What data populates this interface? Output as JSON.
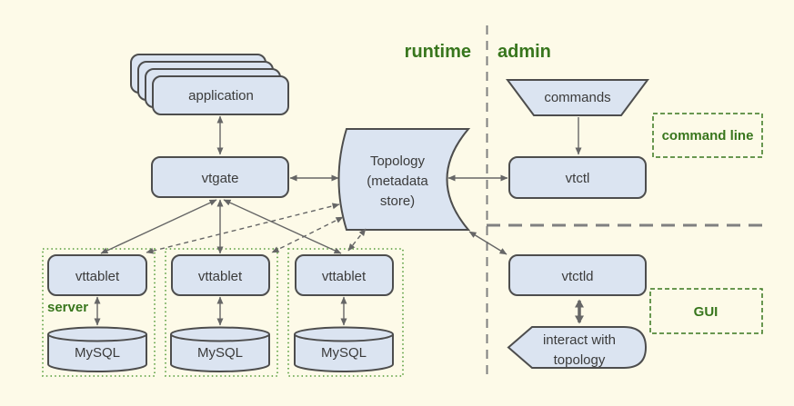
{
  "theme": {
    "background": "#fdfae8",
    "shape_fill": "#dbe4f1",
    "shape_stroke": "#4d4d4d",
    "text_color": "#3b3b3b",
    "green_dark": "#38761d",
    "green_dotted": "#6aa84f",
    "arrow_color": "#666666",
    "divider_color": "#808080"
  },
  "sections": {
    "runtime": "runtime",
    "admin": "admin"
  },
  "nodes": {
    "application": "application",
    "vtgate": "vtgate",
    "topology_lines": [
      "Topology",
      "(metadata",
      "store)"
    ],
    "vttablet": "vttablet",
    "mysql": "MySQL",
    "commands": "commands",
    "vtctl": "vtctl",
    "vtctld": "vtctld",
    "interact_lines": [
      "interact with",
      "topology"
    ]
  },
  "groups": {
    "server_label": "server"
  },
  "annotations": {
    "command_line": "command line",
    "gui": "GUI"
  }
}
